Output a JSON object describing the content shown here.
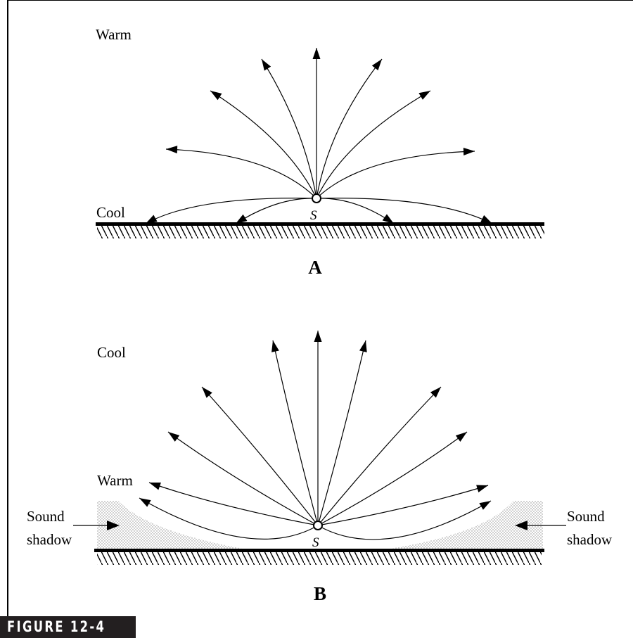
{
  "figure": {
    "caption": "FIGURE 12-4",
    "panel_a": {
      "label": "A",
      "upper_layer": "Warm",
      "lower_layer": "Cool",
      "source_label": "S"
    },
    "panel_b": {
      "label": "B",
      "upper_layer": "Cool",
      "lower_layer": "Warm",
      "source_label": "S",
      "shadow_left": [
        "Sound",
        "shadow"
      ],
      "shadow_right": [
        "Sound",
        "shadow"
      ]
    },
    "colors": {
      "ink": "#000000",
      "shadow_stipple": "#9a9a9a",
      "caption_bg": "#231f20",
      "caption_text": "#ffffff"
    }
  }
}
